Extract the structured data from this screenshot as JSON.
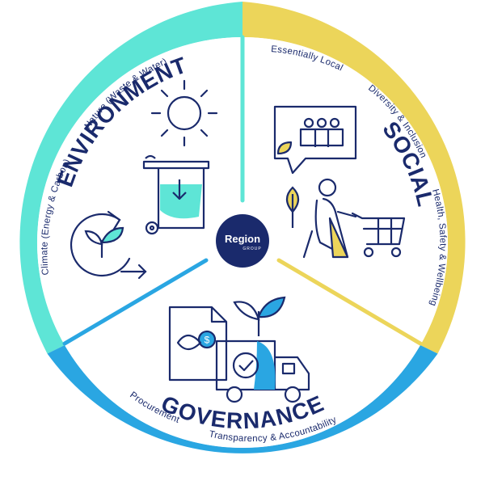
{
  "logo": {
    "name": "Region",
    "sub": "GROUP"
  },
  "segments": [
    {
      "title": "ENVIRONMENT",
      "color": "#5ee5d6",
      "topics": [
        "Nature (Waste & Water)",
        "Climate (Energy & Carbon)"
      ]
    },
    {
      "title": "SOCIAL",
      "color": "#ecd55a",
      "topics": [
        "Essentially Local",
        "Diversity & Inclusion",
        "Health, Safety & Wellbeing"
      ]
    },
    {
      "title": "GOVERNANCE",
      "color": "#2aa6e2",
      "topics": [
        "Procurement",
        "Transparency & Accountability"
      ]
    }
  ],
  "colors": {
    "navy": "#1a2a6c",
    "teal": "#5ee5d6",
    "yellow": "#ecd55a",
    "blue": "#2aa6e2"
  },
  "icons": [
    "sun-icon",
    "waste-bin-icon",
    "recycle-leaf-icon",
    "community-speech-icon",
    "leaf-icon",
    "shopper-trolley-icon",
    "document-dollar-icon",
    "plant-icon",
    "delivery-truck-icon"
  ]
}
